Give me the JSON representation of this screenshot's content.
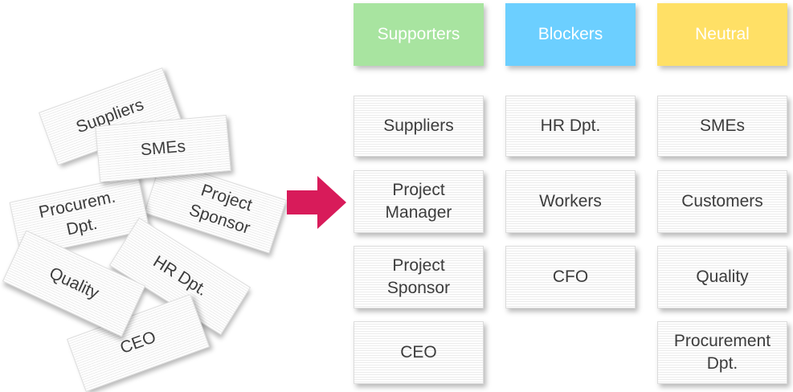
{
  "scattered_cards": {
    "suppliers": "Suppliers",
    "project_sponsor": [
      "Project",
      "Sponsor"
    ],
    "procurement": [
      "Procurem.",
      "Dpt."
    ],
    "hr": "HR Dpt.",
    "quality": "Quality",
    "ceo": "CEO",
    "smes": "SMEs"
  },
  "columns": {
    "supporters": {
      "header": "Supporters",
      "color": "#a8e4a0",
      "items": [
        [
          "Suppliers"
        ],
        [
          "Project",
          "Manager"
        ],
        [
          "Project",
          "Sponsor"
        ],
        [
          "CEO"
        ]
      ]
    },
    "blockers": {
      "header": "Blockers",
      "color": "#6ccfff",
      "items": [
        [
          "HR Dpt."
        ],
        [
          "Workers"
        ],
        [
          "CFO"
        ]
      ]
    },
    "neutral": {
      "header": "Neutral",
      "color": "#ffe066",
      "items": [
        [
          "SMEs"
        ],
        [
          "Customers"
        ],
        [
          "Quality"
        ],
        [
          "Procurement",
          "Dpt."
        ]
      ]
    }
  },
  "arrow_color": "#d81b5a"
}
